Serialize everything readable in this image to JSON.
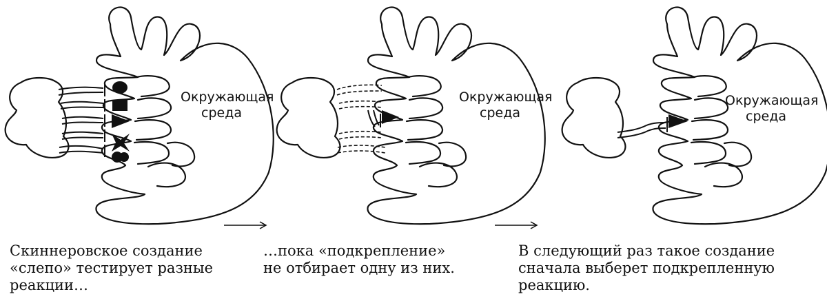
{
  "panels": [
    {
      "environment_label_line1": "Окружающая",
      "environment_label_line2": "среда",
      "caption": "Скиннеровское создание\n«слепо» тестирует разные\nреакции…"
    },
    {
      "environment_label_line1": "Окружающая",
      "environment_label_line2": "среда",
      "caption": "…пока «подкрепление»\nне отбирает одну из них."
    },
    {
      "environment_label_line1": "Окружающая",
      "environment_label_line2": "среда",
      "caption": "В следующий раз такое создание\nсначала выберет подкрепленную\nреакцию."
    }
  ],
  "arrows": [
    "→",
    "→"
  ],
  "colors": {
    "ink": "#111111",
    "paper": "#ffffff"
  }
}
